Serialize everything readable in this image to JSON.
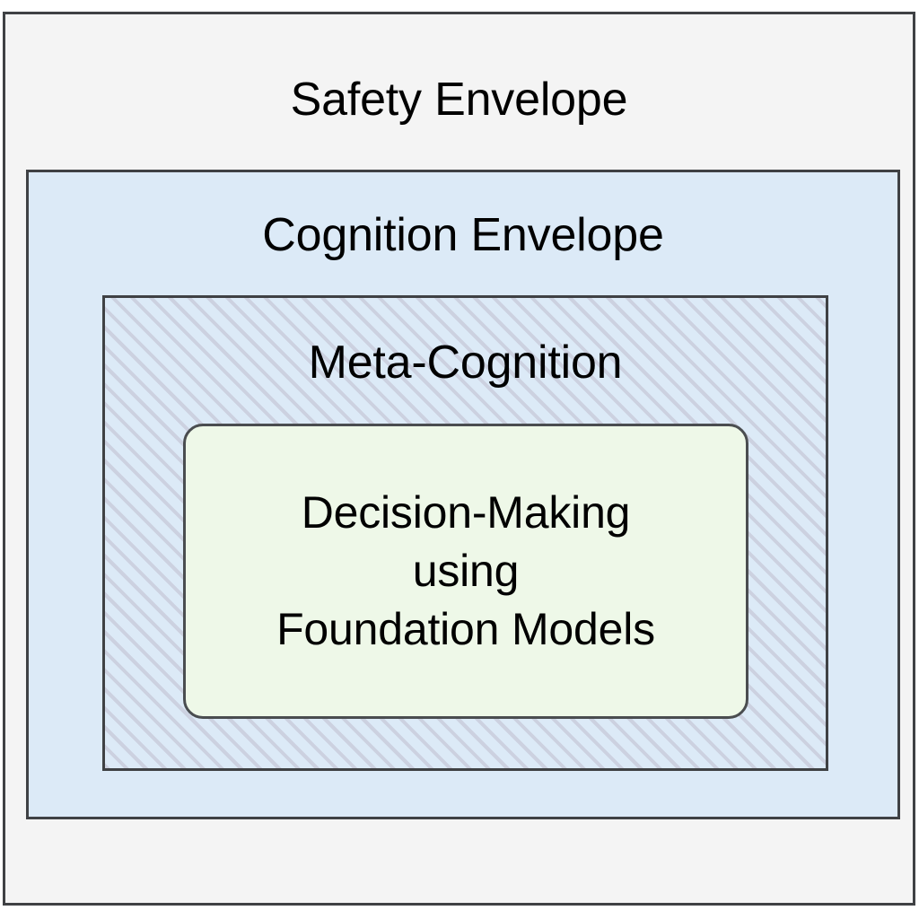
{
  "diagram": {
    "type": "nested-containment-diagram",
    "title": "Safety Envelope",
    "layers": [
      {
        "id": "safety-envelope",
        "label": "Safety Envelope",
        "level": 1,
        "fill": "#f4f4f4",
        "border": "#3f4144",
        "pattern": "none"
      },
      {
        "id": "cognition-envelope",
        "label": "Cognition Envelope",
        "level": 2,
        "fill": "#dceaf7",
        "border": "#3f4144",
        "pattern": "none"
      },
      {
        "id": "meta-cognition",
        "label": "Meta-Cognition",
        "level": 3,
        "fill": "#dceaf7",
        "border": "#3f4144",
        "pattern": "diagonal-hatch",
        "pattern_color": "#bebccd"
      },
      {
        "id": "decision-making",
        "label": "Decision-Making\nusing\nFoundation Models",
        "level": 4,
        "fill": "#eef8e8",
        "border": "#4a4d50",
        "pattern": "none",
        "shape": "rounded-rectangle"
      }
    ]
  },
  "canvas": {
    "background": "#ffffff"
  }
}
